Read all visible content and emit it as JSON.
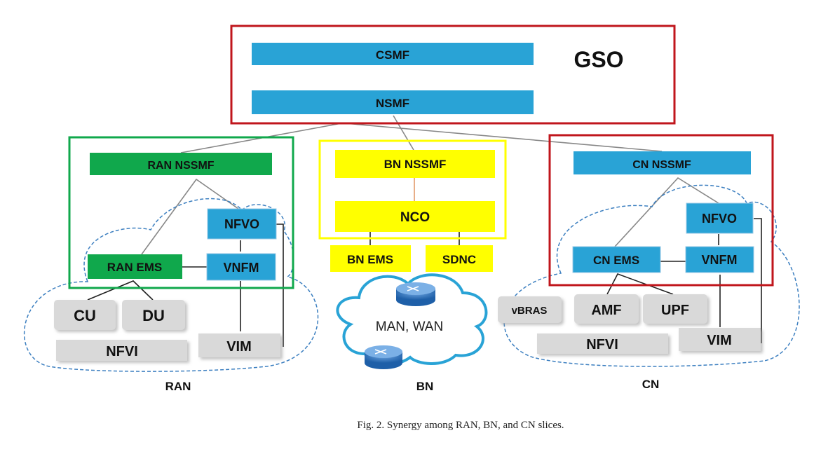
{
  "gso": {
    "title": "GSO",
    "csmf": "CSMF",
    "nsmf": "NSMF"
  },
  "ran": {
    "nssmf": "RAN NSSMF",
    "nfvo": "NFVO",
    "ems": "RAN EMS",
    "vnfm": "VNFM",
    "cu": "CU",
    "du": "DU",
    "nfvi": "NFVI",
    "vim": "VIM",
    "label": "RAN"
  },
  "bn": {
    "nssmf": "BN NSSMF",
    "nco": "NCO",
    "ems": "BN EMS",
    "sdnc": "SDNC",
    "cloud": "MAN, WAN",
    "label": "BN"
  },
  "cn": {
    "nssmf": "CN NSSMF",
    "nfvo": "NFVO",
    "ems": "CN EMS",
    "vnfm": "VNFM",
    "vbras": "vBRAS",
    "amf": "AMF",
    "upf": "UPF",
    "nfvi": "NFVI",
    "vim": "VIM",
    "label": "CN"
  },
  "caption": "Fig. 2. Synergy among RAN, BN, and CN slices.",
  "colors": {
    "blue": "#29A3D6",
    "green": "#10A84C",
    "yellow": "#FFFF00",
    "red": "#C0161C",
    "gray": "#D9D9D9",
    "cloud_stroke": "#3C7FC0"
  }
}
